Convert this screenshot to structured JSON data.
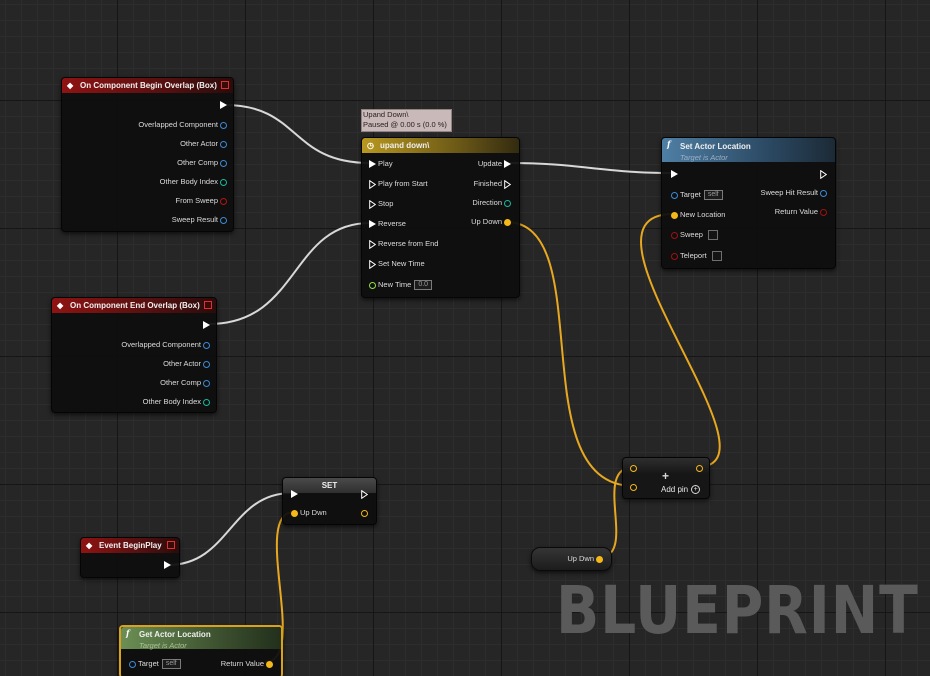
{
  "watermark": "BLUEPRINT",
  "colors": {
    "exec": "#ffffff",
    "float": "#f5b818",
    "object": "#3c8ad6",
    "int": "#18b8a0",
    "bool": "#b31414",
    "event_header": "#8f1313",
    "timeline_header": "#b8981f",
    "function_header": "#4f7fa5",
    "pure_header": "#6c8f54"
  },
  "begin_overlap": {
    "title": "On Component Begin Overlap (Box)",
    "pins": [
      "Overlapped Component",
      "Other Actor",
      "Other Comp",
      "Other Body Index",
      "From Sweep",
      "Sweep Result"
    ]
  },
  "end_overlap": {
    "title": "On Component End Overlap (Box)",
    "pins": [
      "Overlapped Component",
      "Other Actor",
      "Other Comp",
      "Other Body Index"
    ]
  },
  "timeline": {
    "tooltip_line1": "Upand Down\\",
    "tooltip_line2": "Paused @ 0.00 s (0.0 %)",
    "title": "upand down\\",
    "inputs": [
      "Play",
      "Play from Start",
      "Stop",
      "Reverse",
      "Reverse from End",
      "Set New Time"
    ],
    "new_time_label": "New Time",
    "new_time_value": "0.0",
    "outputs": [
      "Update",
      "Finished",
      "Direction",
      "Up Down"
    ]
  },
  "set_actor_location": {
    "title": "Set Actor Location",
    "subtitle": "Target is Actor",
    "target_label": "Target",
    "target_value": "self",
    "new_location_label": "New Location",
    "sweep_label": "Sweep",
    "teleport_label": "Teleport",
    "sweep_hit_label": "Sweep Hit Result",
    "return_label": "Return Value"
  },
  "add_node": {
    "plus": "+",
    "add_pin_label": "Add pin"
  },
  "set_node": {
    "title": "SET",
    "var_label": "Up Dwn"
  },
  "event_begin_play": {
    "title": "Event BeginPlay"
  },
  "up_dwn_getter": {
    "label": "Up Dwn"
  },
  "get_actor_location": {
    "title": "Get Actor Location",
    "subtitle": "Target is Actor",
    "target_label": "Target",
    "target_value": "self",
    "return_label": "Return Value"
  }
}
